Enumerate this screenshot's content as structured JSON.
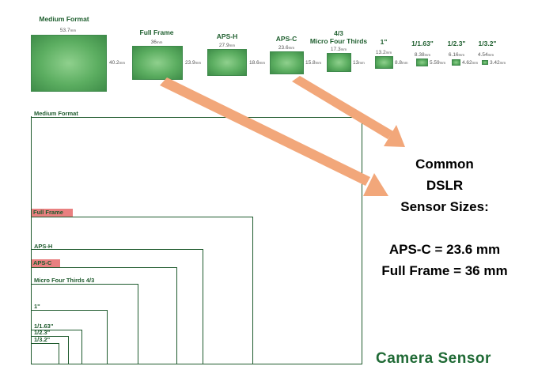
{
  "top_sensors": [
    {
      "name": "Medium Format",
      "width": "53.7",
      "height": "40.2",
      "unit": "mm"
    },
    {
      "name": "Full Frame",
      "width": "36",
      "height": "23.9",
      "unit": "mm"
    },
    {
      "name": "APS-H",
      "width": "27.9",
      "height": "18.6",
      "unit": "mm"
    },
    {
      "name": "APS-C",
      "width": "23.6",
      "height": "15.8",
      "unit": "mm"
    },
    {
      "name_line1": "4/3",
      "name_line2": "Micro Four Thirds",
      "width": "17.3",
      "height": "13",
      "unit": "mm"
    },
    {
      "name": "1\"",
      "width": "13.2",
      "height": "8.8",
      "unit": "mm"
    },
    {
      "name": "1/1.63\"",
      "width": "8.38",
      "height": "5.59",
      "unit": "mm"
    },
    {
      "name": "1/2.3\"",
      "width": "6.16",
      "height": "4.62",
      "unit": "mm"
    },
    {
      "name": "1/3.2\"",
      "width": "4.54",
      "height": "3.42",
      "unit": "mm"
    }
  ],
  "nested_labels": {
    "medium": "Medium Format",
    "full": "Full Frame",
    "apsh": "APS-H",
    "apsc": "APS-C",
    "m43": "Micro Four Thirds  4/3",
    "one": "1\"",
    "s163": "1/1.63\"",
    "s23": "1/2.3\"",
    "s32": "1/3.2\""
  },
  "info": {
    "line1": "Common",
    "line2": "DSLR",
    "line3": "Sensor Sizes:",
    "apsc": "APS-C = 23.6 mm",
    "ff": "Full Frame = 36 mm"
  },
  "brand": "Camera Sensor",
  "colors": {
    "sensor_green": "#5cae61",
    "frame_green": "#1e5a2d",
    "highlight": "#e98080",
    "arrow": "#f2a77a"
  }
}
